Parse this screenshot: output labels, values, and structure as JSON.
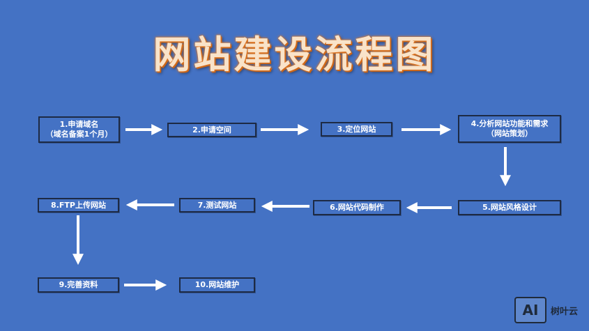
{
  "title": "网站建设流程图",
  "steps": [
    {
      "line1": "1.申请域名",
      "line2": "（域名备案1个月）"
    },
    {
      "line1": "2.申请空间"
    },
    {
      "line1": "3.定位网站"
    },
    {
      "line1": "4.分析网站功能和需求",
      "line2": "（网站策划）"
    },
    {
      "line1": "5.网站风格设计"
    },
    {
      "line1": "6.网站代码制作"
    },
    {
      "line1": "7.测试网站"
    },
    {
      "line1": "8.FTP上传网站"
    },
    {
      "line1": "9.完善资料"
    },
    {
      "line1": "10.网站维护"
    }
  ],
  "watermark": {
    "mark": "AI",
    "text": "树叶云"
  },
  "colors": {
    "background": "#4472c4",
    "title": "#f9e3c9",
    "title_glow": "#e07b2a",
    "arrow": "#ffffff"
  }
}
